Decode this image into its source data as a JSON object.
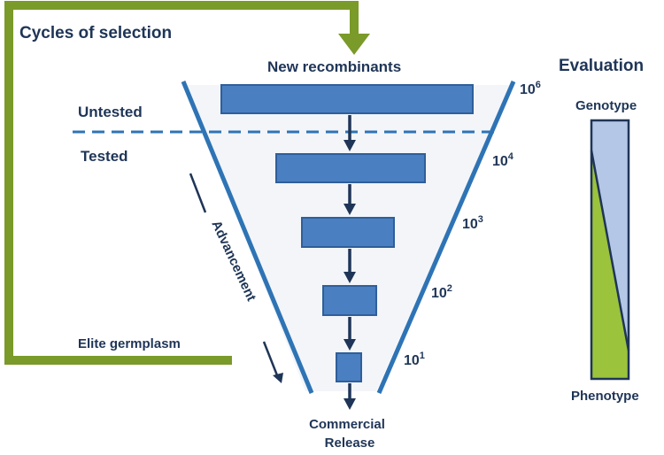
{
  "labels": {
    "cycles": "Cycles of selection",
    "new_recombinants": "New recombinants",
    "untested": "Untested",
    "tested": "Tested",
    "advancement": "Advancement",
    "elite_germplasm": "Elite germplasm",
    "commercial_line1": "Commercial",
    "commercial_line2": "Release",
    "evaluation": "Evaluation",
    "genotype": "Genotype",
    "phenotype": "Phenotype"
  },
  "scale": [
    {
      "base": "10",
      "exp": "6"
    },
    {
      "base": "10",
      "exp": "4"
    },
    {
      "base": "10",
      "exp": "3"
    },
    {
      "base": "10",
      "exp": "2"
    },
    {
      "base": "10",
      "exp": "1"
    }
  ],
  "colors": {
    "text": "#1f3557",
    "funnel_line": "#2e74b5",
    "box_fill": "#4a7fc1",
    "box_stroke": "#2f5f9a",
    "arrow": "#1f3557",
    "loop": "#7a9a2a",
    "funnel_fill": "#f3f5f9",
    "genotype_fill": "#b4c7e7",
    "phenotype_fill": "#9bc33c"
  }
}
